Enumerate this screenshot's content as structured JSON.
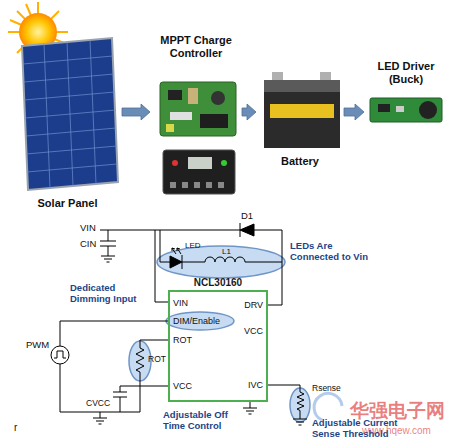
{
  "diagram": {
    "nodes": [
      {
        "text": [
          "Solar Panel"
        ]
      },
      {
        "text": [
          "MPPT Charge Controller"
        ]
      },
      {
        "text": [
          "Battery"
        ]
      },
      {
        "text": [
          "LED Driver (Buck)"
        ]
      },
      {
        "text": [
          "NCL30160",
          "VIN",
          "DIM/Enable",
          "ROT",
          "VCC",
          "DRV",
          "VCC",
          "IVC"
        ]
      }
    ],
    "edges": [
      {
        "from": 0,
        "to": 1,
        "arrow": "to"
      },
      {
        "from": 1,
        "to": 2,
        "arrow": "to"
      },
      {
        "from": 2,
        "to": 3,
        "arrow": "to"
      }
    ],
    "labels": [
      "VIN",
      "CIN",
      "D1",
      "LED",
      "L1",
      "LEDs Are Connected to Vin",
      "Dedicated Dimming Input",
      "PWM",
      "ROT",
      "CVCC",
      "Adjustable Off Time Control",
      "Rsense",
      "Adjustable Current Sense Threshold",
      "华强电子网",
      "www.hqew.com",
      "r"
    ]
  }
}
